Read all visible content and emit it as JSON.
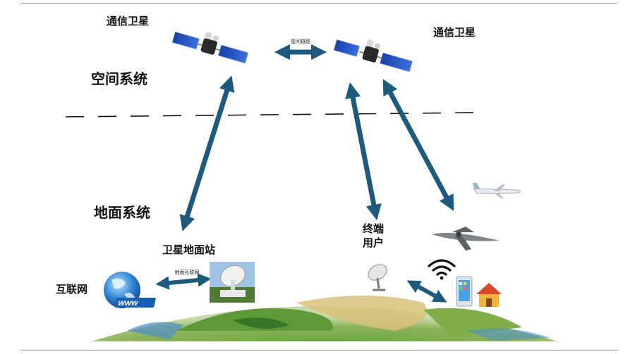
{
  "space": {
    "satellite_left_label": "通信卫星",
    "satellite_right_label": "通信卫星",
    "isl_label": "星间链路",
    "system_label": "空间系统"
  },
  "ground": {
    "system_label": "地面系统",
    "station_label": "卫星地面站",
    "internet_label": "互联网",
    "internet_link_label": "地面互联网",
    "terminal_label_line1": "终端",
    "terminal_label_line2": "用户",
    "www_text": "www"
  },
  "colors": {
    "link": "#1e5a7e",
    "earth_ocean": "#4d8fc4",
    "earth_land": "#7fae4a",
    "earth_desert": "#d8c07a"
  },
  "icons": {
    "satellite": "satellite-icon",
    "antenna": "dish-antenna-icon",
    "wifi": "wifi-icon",
    "phone": "phone-icon",
    "house": "house-icon",
    "airplane": "airplane-icon",
    "drone": "drone-icon",
    "globe": "globe-icon"
  }
}
